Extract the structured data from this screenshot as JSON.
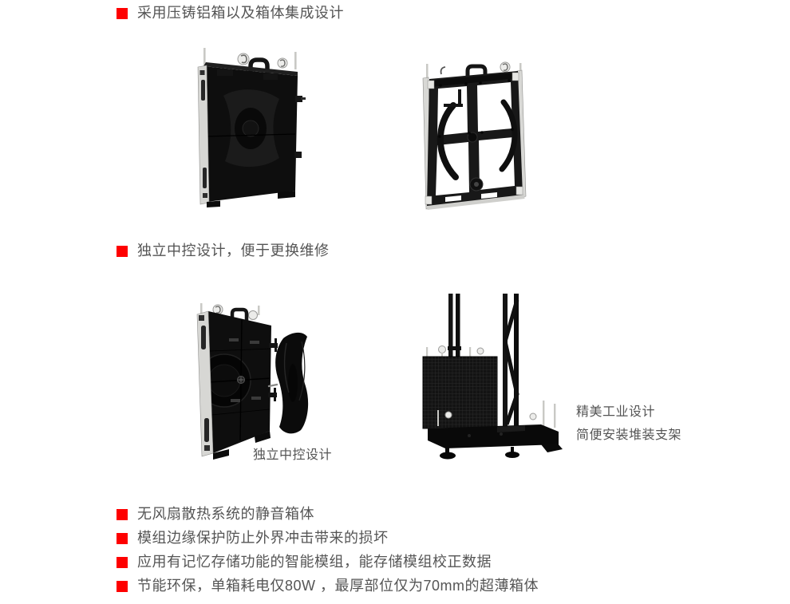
{
  "page": {
    "background": "#ffffff",
    "accent_color": "#fe0000",
    "text_color": "#555555"
  },
  "bullets": [
    "采用压铸铝箱以及箱体集成设计",
    "独立中控设计，便于更换维修",
    "无风扇散热系统的静音箱体",
    "模组边缘保护防止外界冲击带来的损坏",
    "应用有记忆存储功能的智能模组，能存储模组校正数据",
    "节能环保，单箱耗电仅80W ，最厚部位仅为70mm的超薄箱体"
  ],
  "captions": {
    "center_control": "独立中控设计",
    "industrial_design_line1": "精美工业设计",
    "industrial_design_line2": "简便安装堆装支架"
  },
  "figures": {
    "cabinet_rear": "die-cast-led-cabinet-rear-render",
    "cabinet_frame": "cabinet-frame-skeleton-render",
    "cabinet_control_module": "cabinet-with-detached-control-cover-render",
    "stacking_bracket": "led-panel-truss-stacking-bracket-render"
  }
}
